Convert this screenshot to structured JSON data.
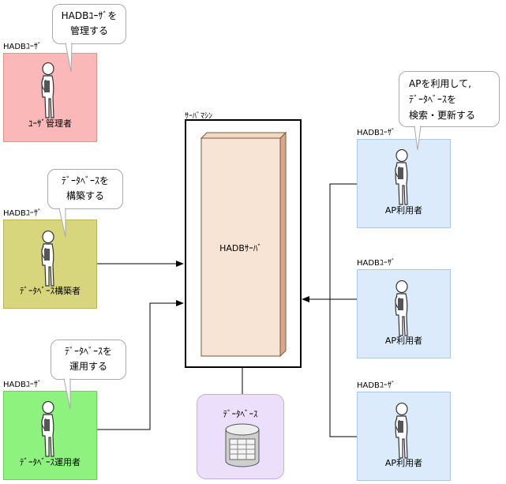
{
  "diagram": {
    "role_label": "HADBﾕｰｻﾞ",
    "admin": {
      "role_label": "HADBﾕｰｻﾞ",
      "name": "ﾕｰｻﾞ管理者",
      "bubble": [
        "HADBﾕｰｻﾞを",
        "管理する"
      ],
      "color": "#fbb8b8"
    },
    "builder": {
      "role_label": "HADBﾕｰｻﾞ",
      "name": "ﾃﾞｰﾀﾍﾞｰｽ構築者",
      "bubble": [
        "ﾃﾞｰﾀﾍﾞｰｽを",
        "構築する"
      ],
      "color": "#d8d67c"
    },
    "operator": {
      "role_label": "HADBﾕｰｻﾞ",
      "name": "ﾃﾞｰﾀﾍﾞｰｽ運用者",
      "bubble": [
        "ﾃﾞｰﾀﾍﾞｰｽを",
        "運用する"
      ],
      "color": "#8ef27f"
    },
    "ap_users": [
      {
        "role_label": "HADBﾕｰｻﾞ",
        "name": "AP利用者"
      },
      {
        "role_label": "HADBﾕｰｻﾞ",
        "name": "AP利用者"
      },
      {
        "role_label": "HADBﾕｰｻﾞ",
        "name": "AP利用者"
      }
    ],
    "ap_bubble": [
      "APを利用して,",
      "ﾃﾞｰﾀﾍﾞｰｽを",
      "検索・更新する"
    ],
    "ap_color": "#dcebfb",
    "server_machine_label": "ｻｰﾊﾞﾏｼﾝ",
    "server_label": "HADBｻｰﾊﾞ",
    "server_color": "#f8e4d4",
    "database_label": "ﾃﾞｰﾀﾍﾞｰｽ",
    "database_color": "#ecdffb"
  }
}
